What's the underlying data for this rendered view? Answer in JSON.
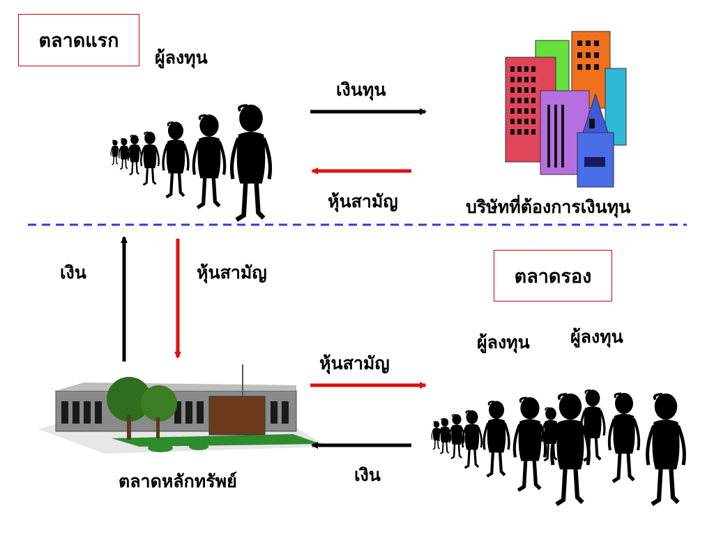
{
  "primary_market": {
    "title": "ตลาดแรก",
    "investors_label": "ผู้ลงทุน",
    "capital_label": "เงินทุน",
    "common_stock_label": "หุ้นสามัญ",
    "company_label": "บริษัทที่ต้องการเงินทุน"
  },
  "middle": {
    "money_label": "เงิน",
    "common_stock_label": "หุ้นสามัญ"
  },
  "secondary_market": {
    "title": "ตลาดรอง",
    "investors_label_1": "ผู้ลงทุน",
    "investors_label_2": "ผู้ลงทุน",
    "common_stock_label": "หุ้นสามัญ",
    "money_label": "เงิน"
  },
  "exchange": {
    "label": "ตลาดหลักทรัพย์"
  },
  "colors": {
    "divider": "#2a3fcc",
    "box_border": "#cc0000",
    "arrow_red": "#e01010",
    "arrow_black": "#000000"
  }
}
